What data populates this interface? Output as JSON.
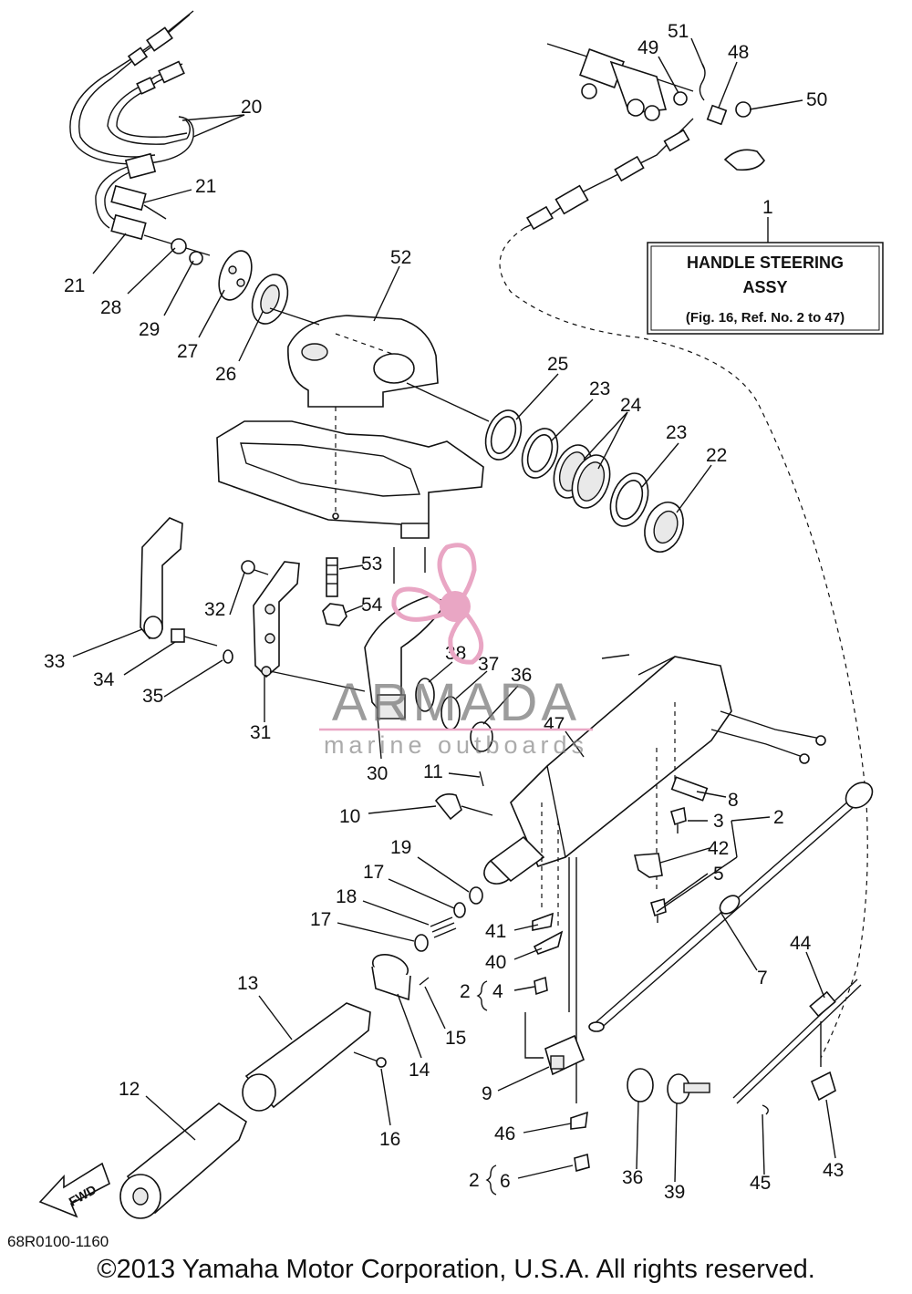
{
  "callout": {
    "ref_number": "1",
    "title_line1": "HANDLE STEERING",
    "title_line2": "ASSY",
    "ref_line": "(Fig. 16, Ref. No. 2 to 47)"
  },
  "labels": [
    {
      "id": "51",
      "text": "51"
    },
    {
      "id": "49",
      "text": "49"
    },
    {
      "id": "48",
      "text": "48"
    },
    {
      "id": "50",
      "text": "50"
    },
    {
      "id": "20",
      "text": "20"
    },
    {
      "id": "21a",
      "text": "21"
    },
    {
      "id": "21b",
      "text": "21"
    },
    {
      "id": "28",
      "text": "28"
    },
    {
      "id": "29",
      "text": "29"
    },
    {
      "id": "27",
      "text": "27"
    },
    {
      "id": "26",
      "text": "26"
    },
    {
      "id": "52",
      "text": "52"
    },
    {
      "id": "25",
      "text": "25"
    },
    {
      "id": "23a",
      "text": "23"
    },
    {
      "id": "24",
      "text": "24"
    },
    {
      "id": "23b",
      "text": "23"
    },
    {
      "id": "22",
      "text": "22"
    },
    {
      "id": "53",
      "text": "53"
    },
    {
      "id": "54",
      "text": "54"
    },
    {
      "id": "32",
      "text": "32"
    },
    {
      "id": "33",
      "text": "33"
    },
    {
      "id": "34",
      "text": "34"
    },
    {
      "id": "35",
      "text": "35"
    },
    {
      "id": "31",
      "text": "31"
    },
    {
      "id": "38",
      "text": "38"
    },
    {
      "id": "37",
      "text": "37"
    },
    {
      "id": "36a",
      "text": "36"
    },
    {
      "id": "47",
      "text": "47"
    },
    {
      "id": "30",
      "text": "30"
    },
    {
      "id": "11",
      "text": "11"
    },
    {
      "id": "10",
      "text": "10"
    },
    {
      "id": "8",
      "text": "8"
    },
    {
      "id": "3",
      "text": "3"
    },
    {
      "id": "2a",
      "text": "2"
    },
    {
      "id": "42",
      "text": "42"
    },
    {
      "id": "5",
      "text": "5"
    },
    {
      "id": "19",
      "text": "19"
    },
    {
      "id": "17a",
      "text": "17"
    },
    {
      "id": "18",
      "text": "18"
    },
    {
      "id": "17b",
      "text": "17"
    },
    {
      "id": "41",
      "text": "41"
    },
    {
      "id": "40",
      "text": "40"
    },
    {
      "id": "4",
      "text": "4"
    },
    {
      "id": "7",
      "text": "7"
    },
    {
      "id": "44",
      "text": "44"
    },
    {
      "id": "13",
      "text": "13"
    },
    {
      "id": "15",
      "text": "15"
    },
    {
      "id": "14",
      "text": "14"
    },
    {
      "id": "16",
      "text": "16"
    },
    {
      "id": "9",
      "text": "9"
    },
    {
      "id": "12",
      "text": "12"
    },
    {
      "id": "46",
      "text": "46"
    },
    {
      "id": "6",
      "text": "6"
    },
    {
      "id": "36b",
      "text": "36"
    },
    {
      "id": "39",
      "text": "39"
    },
    {
      "id": "45",
      "text": "45"
    },
    {
      "id": "43",
      "text": "43"
    },
    {
      "id": "2b",
      "text": "2"
    },
    {
      "id": "2c",
      "text": "2"
    }
  ],
  "fwd_label": "FWD",
  "watermark": {
    "brand": "ARMADA",
    "tagline": "marine outboards",
    "accent_color": "#e9a6c4"
  },
  "footer": {
    "part_code": "68R0100-1160",
    "copyright": "©2013 Yamaha Motor Corporation, U.S.A. All rights reserved."
  }
}
